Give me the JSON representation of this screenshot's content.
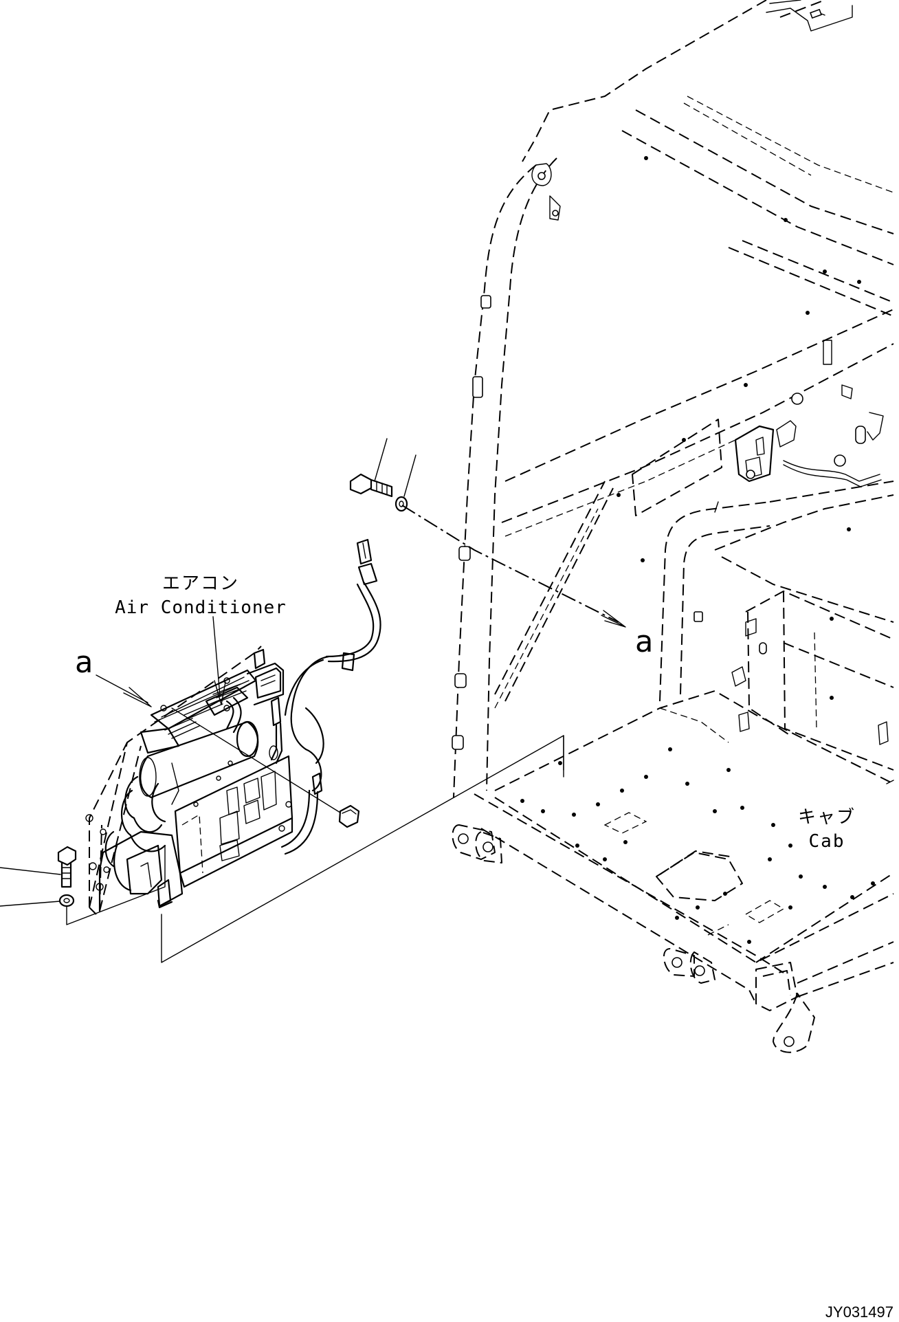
{
  "labels": {
    "air_conditioner_jp": "エアコン",
    "air_conditioner_en": "Air Conditioner",
    "cab_jp": "キャブ",
    "cab_en": "Cab",
    "ref_a_left": "a",
    "ref_a_right": "a",
    "figure_id": "JY031497"
  }
}
